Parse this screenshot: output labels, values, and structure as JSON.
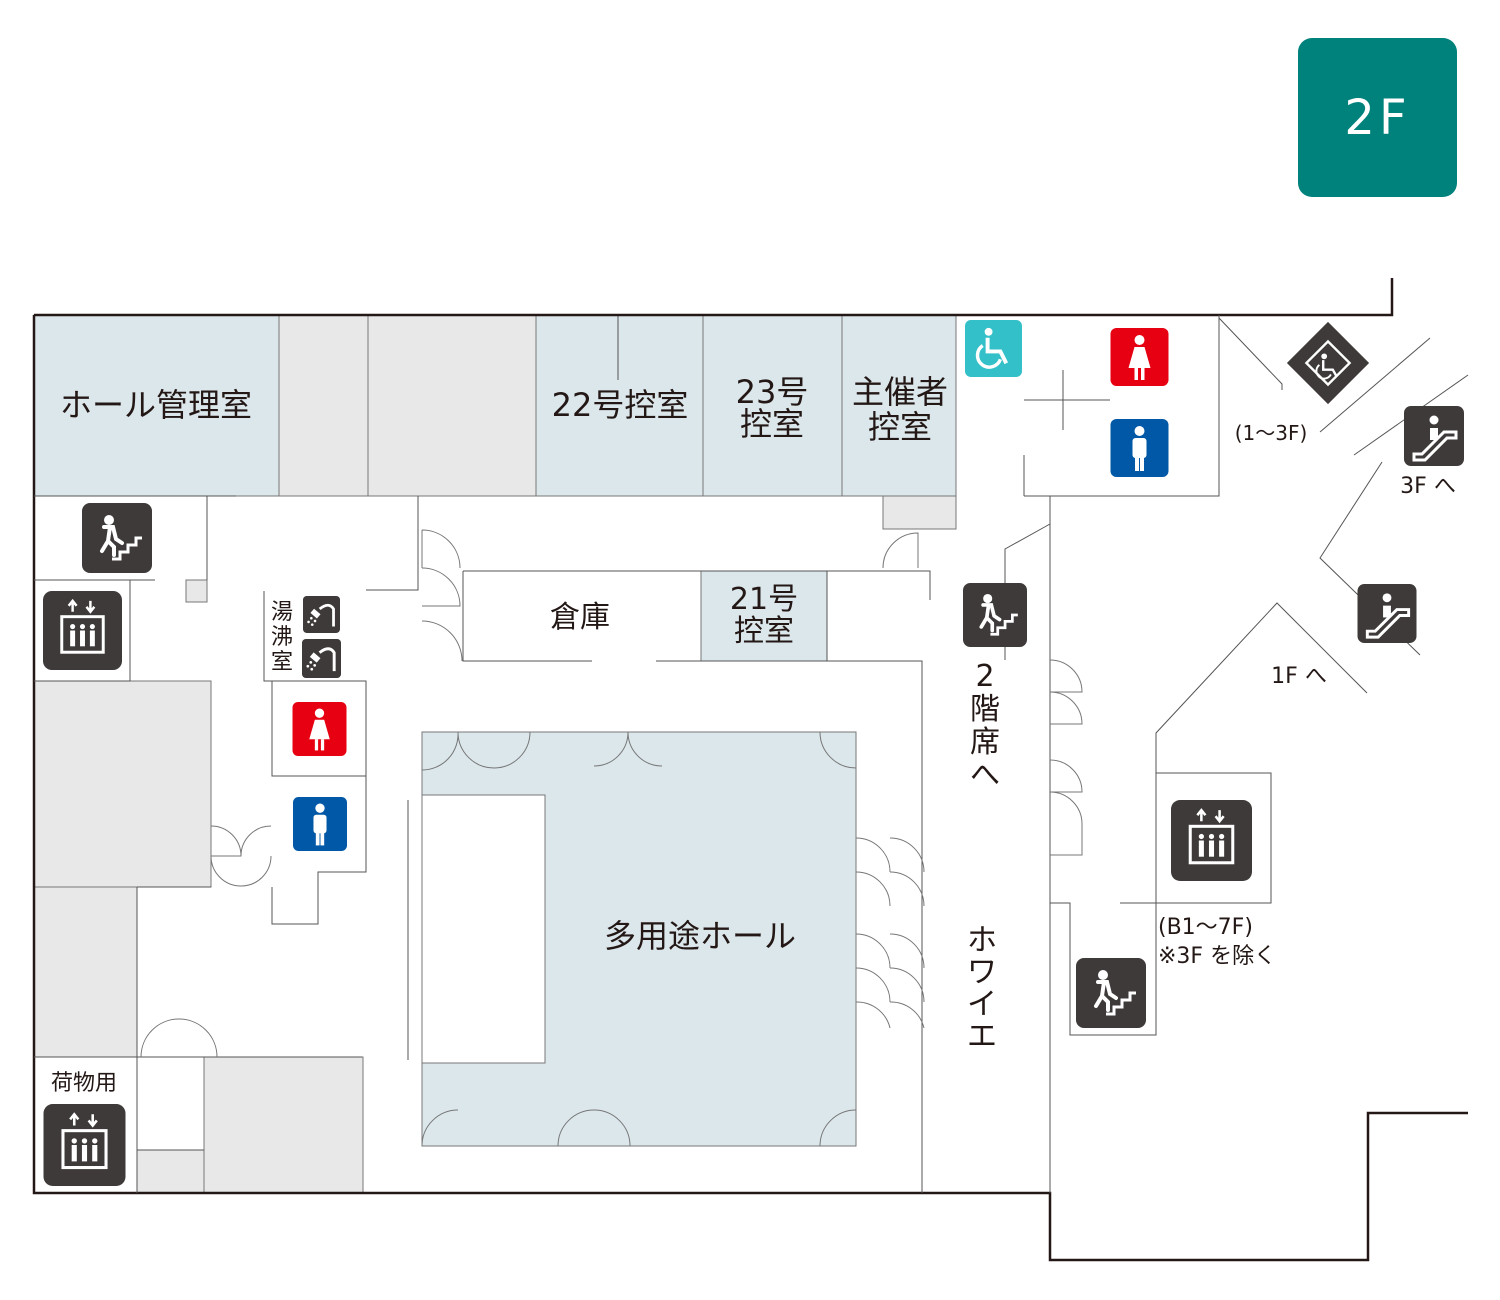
{
  "floor": {
    "label": "2F"
  },
  "rooms": {
    "hall_office": "ホール管理室",
    "waiting_22": "22号控室",
    "waiting_23_line1": "23号",
    "waiting_23_line2": "控室",
    "organizer_line1": "主催者",
    "organizer_line2": "控室",
    "storage": "倉庫",
    "waiting_21_line1": "21号",
    "waiting_21_line2": "控室",
    "kitchen_line1": "湯",
    "kitchen_line2": "沸",
    "kitchen_line3": "室",
    "multipurpose_hall": "多用途ホール",
    "freight": "荷物用"
  },
  "labels": {
    "elevator_range_small": "(1～3F)",
    "to_3f": "3F へ",
    "to_1f": "1F へ",
    "elevator_range_main": "(B1～7F)",
    "elevator_note": "※3F を除く",
    "to_balcony": [
      "2",
      "階",
      "席",
      "へ"
    ],
    "foyer": [
      "ホ",
      "ワ",
      "イ",
      "エ"
    ]
  },
  "icon_colors": {
    "dark": "#3e3a39",
    "female": "#e60012",
    "male": "#0058a6",
    "accessible": "#34c0c8",
    "floor_badge": "#00827c"
  }
}
